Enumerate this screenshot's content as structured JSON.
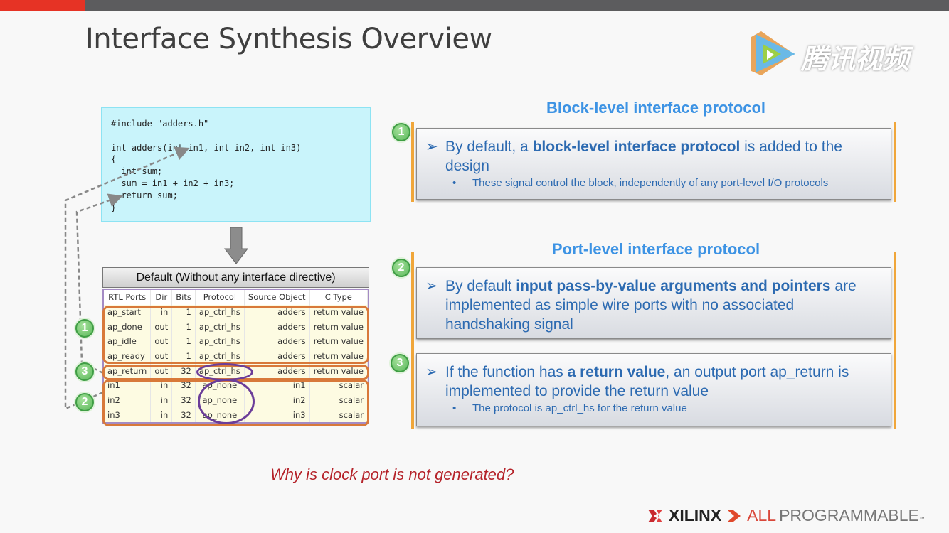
{
  "slide": {
    "title": "Interface Synthesis Overview",
    "watermark": "腾讯视频",
    "question": "Why is clock port is not generated?"
  },
  "code": {
    "lines": "#include \"adders.h\"\n\nint adders(int in1, int in2, int in3)\n{\n  int sum;\n  sum = in1 + in2 + in3;\n  return sum;\n}"
  },
  "table": {
    "caption": "Default (Without any interface directive)",
    "headers": [
      "RTL Ports",
      "Dir",
      "Bits",
      "Protocol",
      "Source Object",
      "C Type"
    ],
    "rows": [
      [
        "ap_start",
        "in",
        "1",
        "ap_ctrl_hs",
        "adders",
        "return value"
      ],
      [
        "ap_done",
        "out",
        "1",
        "ap_ctrl_hs",
        "adders",
        "return value"
      ],
      [
        "ap_idle",
        "out",
        "1",
        "ap_ctrl_hs",
        "adders",
        "return value"
      ],
      [
        "ap_ready",
        "out",
        "1",
        "ap_ctrl_hs",
        "adders",
        "return value"
      ],
      [
        "ap_return",
        "out",
        "32",
        "ap_ctrl_hs",
        "adders",
        "return value"
      ],
      [
        "in1",
        "in",
        "32",
        "ap_none",
        "in1",
        "scalar"
      ],
      [
        "in2",
        "in",
        "32",
        "ap_none",
        "in2",
        "scalar"
      ],
      [
        "in3",
        "in",
        "32",
        "ap_none",
        "in3",
        "scalar"
      ]
    ]
  },
  "markers": [
    "1",
    "2",
    "3"
  ],
  "block": {
    "heading": "Block-level interface protocol",
    "p1": "By default, a ",
    "p1b": "block-level interface protocol",
    "p1c": " is added to the design",
    "sub": "These signal control the block, independently of any port-level I/O protocols"
  },
  "port": {
    "heading": "Port-level interface protocol",
    "p1": "By default ",
    "p1b": "input pass-by-value arguments and pointers",
    "p1c": " are implemented as simple wire ports with no associated handshaking signal",
    "p2": "If the function has ",
    "p2b": "a return value",
    "p2c": ", an output port ap_return is implemented to provide the return value",
    "sub": "The protocol is ap_ctrl_hs for the return value"
  },
  "footer": {
    "brand": "XILINX",
    "tagline1": "ALL",
    "tagline2": "PROGRAMMABLE",
    "tm": "™"
  },
  "colors": {
    "accent_red": "#e63325",
    "heading_blue": "#3d93e4",
    "text_blue": "#2c6ab1",
    "orange": "#f0a63a",
    "question_red": "#b5232a"
  }
}
